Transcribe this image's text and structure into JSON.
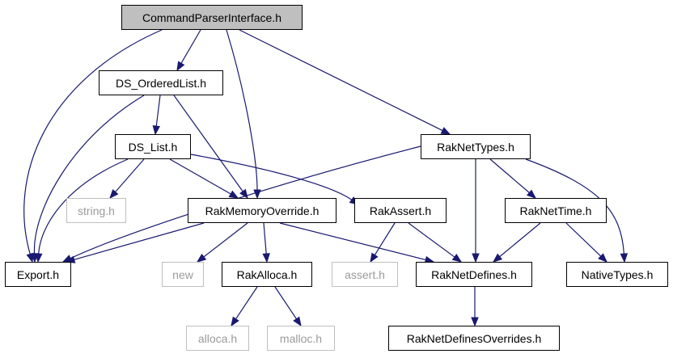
{
  "diagram": {
    "edge_color": "#191970",
    "nodes": [
      {
        "id": "CommandParserInterface",
        "label": "CommandParserInterface.h",
        "style": "root"
      },
      {
        "id": "DS_OrderedList",
        "label": "DS_OrderedList.h",
        "style": "normal"
      },
      {
        "id": "DS_List",
        "label": "DS_List.h",
        "style": "normal"
      },
      {
        "id": "RakNetTypes",
        "label": "RakNetTypes.h",
        "style": "normal"
      },
      {
        "id": "string",
        "label": "string.h",
        "style": "external"
      },
      {
        "id": "RakMemoryOverride",
        "label": "RakMemoryOverride.h",
        "style": "normal"
      },
      {
        "id": "RakAssert",
        "label": "RakAssert.h",
        "style": "normal"
      },
      {
        "id": "RakNetTime",
        "label": "RakNetTime.h",
        "style": "normal"
      },
      {
        "id": "Export",
        "label": "Export.h",
        "style": "normal"
      },
      {
        "id": "new",
        "label": "new",
        "style": "external"
      },
      {
        "id": "RakAlloca",
        "label": "RakAlloca.h",
        "style": "normal"
      },
      {
        "id": "assert",
        "label": "assert.h",
        "style": "external"
      },
      {
        "id": "RakNetDefines",
        "label": "RakNetDefines.h",
        "style": "normal"
      },
      {
        "id": "NativeTypes",
        "label": "NativeTypes.h",
        "style": "normal"
      },
      {
        "id": "alloca",
        "label": "alloca.h",
        "style": "external"
      },
      {
        "id": "malloc",
        "label": "malloc.h",
        "style": "external"
      },
      {
        "id": "RakNetDefinesOverrides",
        "label": "RakNetDefinesOverrides.h",
        "style": "normal"
      }
    ],
    "edges": [
      {
        "from": "CommandParserInterface",
        "to": "DS_OrderedList"
      },
      {
        "from": "CommandParserInterface",
        "to": "Export"
      },
      {
        "from": "CommandParserInterface",
        "to": "RakMemoryOverride"
      },
      {
        "from": "CommandParserInterface",
        "to": "RakNetTypes"
      },
      {
        "from": "DS_OrderedList",
        "to": "DS_List"
      },
      {
        "from": "DS_OrderedList",
        "to": "Export"
      },
      {
        "from": "DS_OrderedList",
        "to": "RakMemoryOverride"
      },
      {
        "from": "DS_List",
        "to": "string"
      },
      {
        "from": "DS_List",
        "to": "Export"
      },
      {
        "from": "DS_List",
        "to": "RakMemoryOverride"
      },
      {
        "from": "DS_List",
        "to": "RakAssert"
      },
      {
        "from": "RakNetTypes",
        "to": "Export"
      },
      {
        "from": "RakNetTypes",
        "to": "RakNetDefines"
      },
      {
        "from": "RakNetTypes",
        "to": "RakNetTime"
      },
      {
        "from": "RakNetTypes",
        "to": "NativeTypes"
      },
      {
        "from": "RakMemoryOverride",
        "to": "Export"
      },
      {
        "from": "RakMemoryOverride",
        "to": "new"
      },
      {
        "from": "RakMemoryOverride",
        "to": "RakAlloca"
      },
      {
        "from": "RakMemoryOverride",
        "to": "RakNetDefines"
      },
      {
        "from": "RakAssert",
        "to": "assert"
      },
      {
        "from": "RakAssert",
        "to": "RakNetDefines"
      },
      {
        "from": "RakNetTime",
        "to": "RakNetDefines"
      },
      {
        "from": "RakNetTime",
        "to": "NativeTypes"
      },
      {
        "from": "RakAlloca",
        "to": "alloca"
      },
      {
        "from": "RakAlloca",
        "to": "malloc"
      },
      {
        "from": "RakNetDefines",
        "to": "RakNetDefinesOverrides"
      }
    ]
  }
}
